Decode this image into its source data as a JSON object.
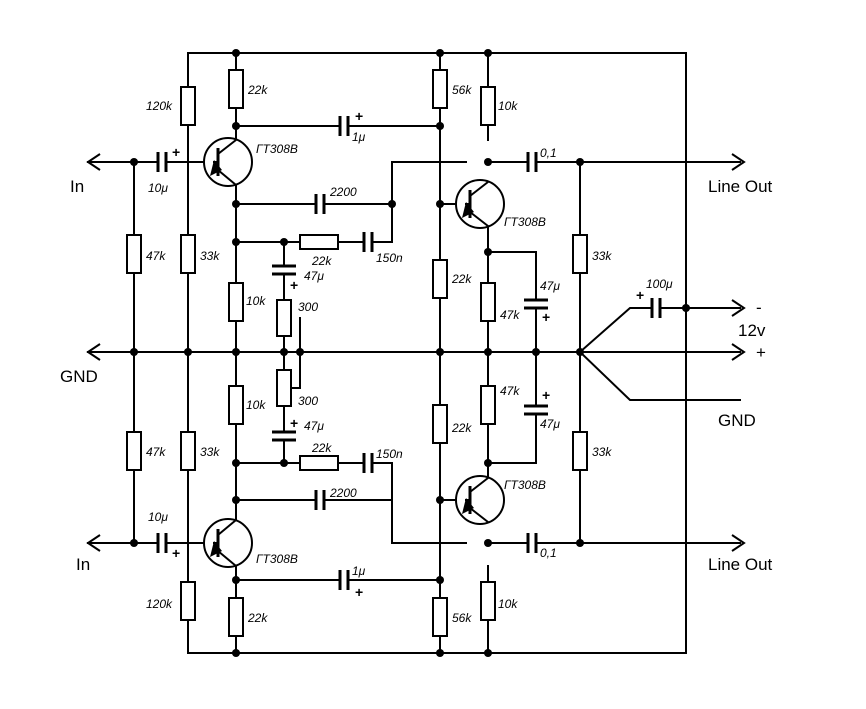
{
  "components": {
    "r_120k": "120k",
    "r_22k": "22k",
    "r_56k": "56k",
    "r_10k": "10k",
    "r_47k": "47k",
    "r_33k": "33k",
    "r_300": "300",
    "c_1u": "1μ",
    "c_10u": "10μ",
    "c_0_1": "0,1",
    "c_2200": "2200",
    "c_150n": "150n",
    "c_47u": "47μ",
    "c_100u": "100μ",
    "transistor": "ГТ308В"
  },
  "io": {
    "in": "In",
    "line_out": "Line Out",
    "gnd": "GND",
    "supply": "12v",
    "minus": "-",
    "plus": "+"
  },
  "polarity": "+"
}
